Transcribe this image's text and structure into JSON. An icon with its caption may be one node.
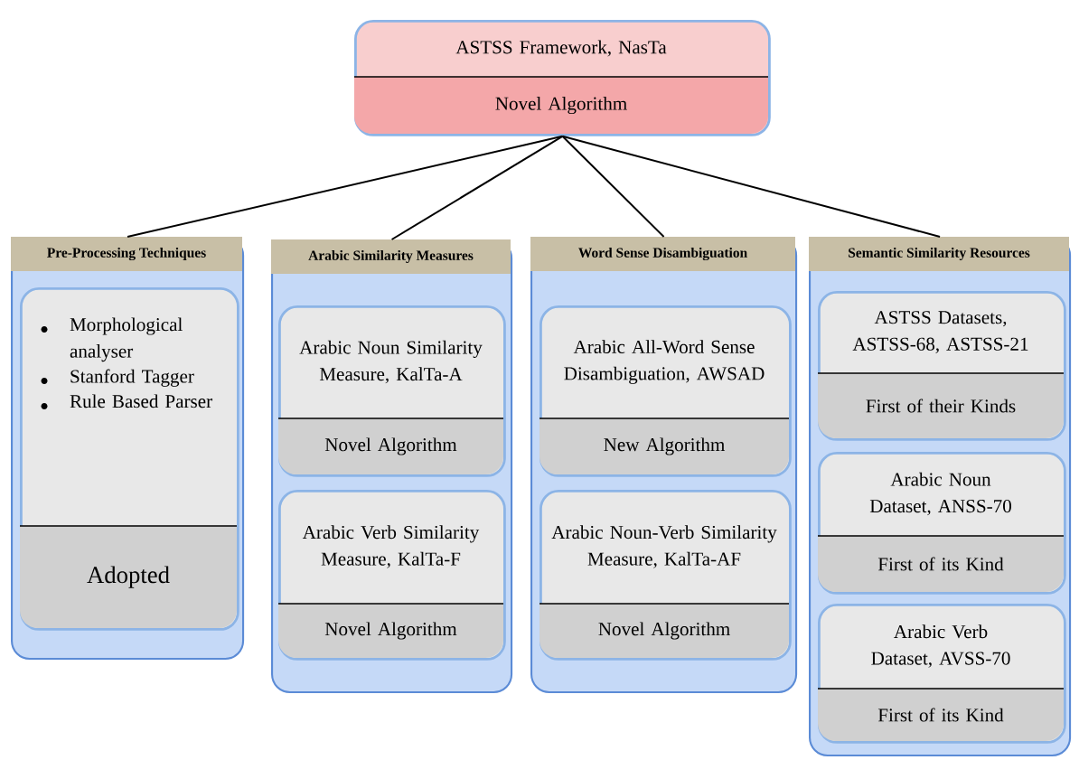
{
  "diagram": {
    "nodes": [
      {
        "text": [
          "ASTSS Framework, NasTa",
          "Novel Algorithm"
        ]
      },
      {
        "text": [
          "Pre-Processing Techniques"
        ]
      },
      {
        "text": [
          "Morphological analyser",
          "Stanford Tagger",
          "Rule Based Parser",
          "Adopted"
        ],
        "in": 1
      },
      {
        "text": [
          "Arabic Similarity Measures"
        ]
      },
      {
        "text": [
          "Arabic Noun Similarity Measure, KalTa-A",
          "Novel Algorithm"
        ],
        "in": 3
      },
      {
        "text": [
          "Arabic Verb Similarity Measure, KalTa-F",
          "Novel Algorithm"
        ],
        "in": 3
      },
      {
        "text": [
          "Word Sense Disambiguation"
        ]
      },
      {
        "text": [
          "Arabic All-Word Sense Disambiguation, AWSAD",
          "New Algorithm"
        ],
        "in": 6
      },
      {
        "text": [
          "Arabic Noun-Verb Similarity Measure, KalTa-AF",
          "Novel Algorithm"
        ],
        "in": 6
      },
      {
        "text": [
          "Semantic Similarity Resources"
        ]
      },
      {
        "text": [
          "ASTSS Datasets, ASTSS-68, ASTSS-21",
          "First of their Kinds"
        ],
        "in": 9
      },
      {
        "text": [
          "Arabic Noun Dataset, ANSS-70",
          "First of its Kind"
        ],
        "in": 9
      },
      {
        "text": [
          "Arabic Verb Dataset, AVSS-70",
          "First of its Kind"
        ],
        "in": 9
      }
    ],
    "edges": [
      {
        "from": 0,
        "to": 1,
        "arrow": "none"
      },
      {
        "from": 0,
        "to": 3,
        "arrow": "none"
      },
      {
        "from": 0,
        "to": 6,
        "arrow": "none"
      },
      {
        "from": 0,
        "to": 9,
        "arrow": "none"
      }
    ]
  }
}
